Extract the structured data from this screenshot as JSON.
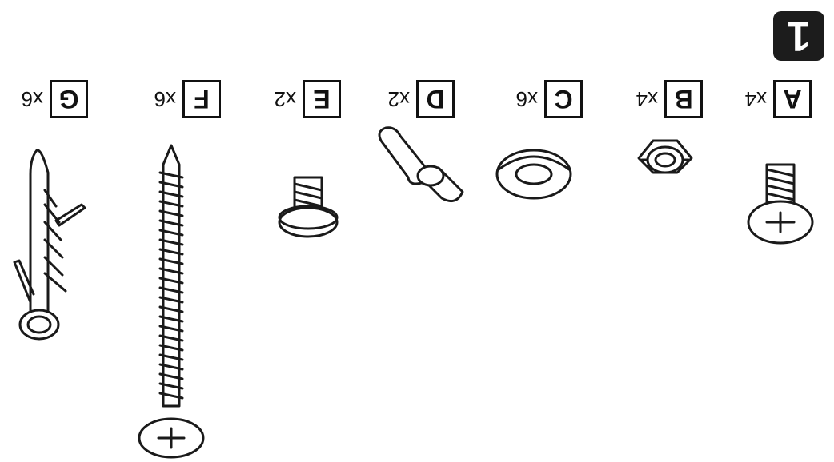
{
  "step": "1",
  "parts": [
    {
      "letter": "A",
      "qty": "x4",
      "icon": "pan-head-screw-icon"
    },
    {
      "letter": "B",
      "qty": "x4",
      "icon": "hex-nut-icon"
    },
    {
      "letter": "C",
      "qty": "x6",
      "icon": "washer-icon"
    },
    {
      "letter": "D",
      "qty": "x2",
      "icon": "wing-bracket-icon"
    },
    {
      "letter": "E",
      "qty": "x2",
      "icon": "short-bolt-icon"
    },
    {
      "letter": "F",
      "qty": "x6",
      "icon": "long-screw-icon"
    },
    {
      "letter": "G",
      "qty": "x6",
      "icon": "wall-plug-icon"
    }
  ]
}
